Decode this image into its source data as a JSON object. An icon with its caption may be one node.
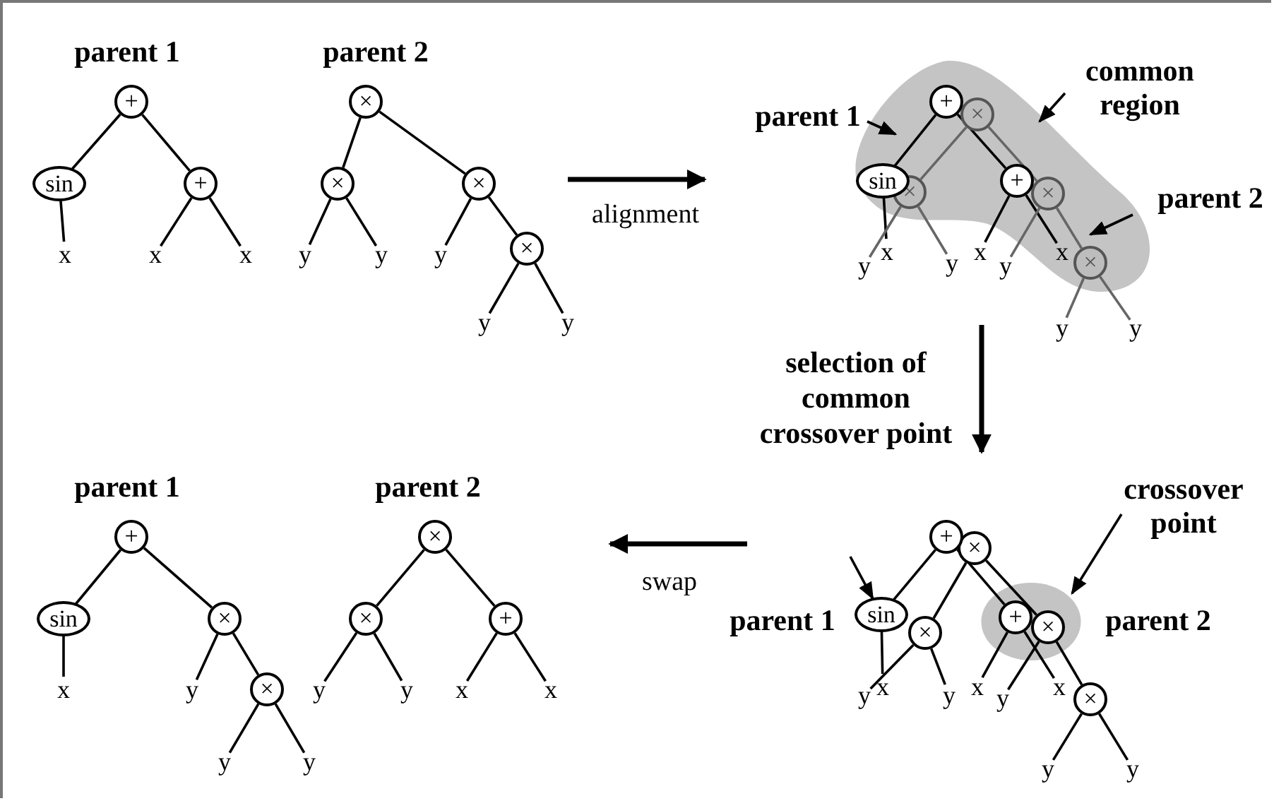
{
  "diagram": {
    "nodes": [
      {
        "text": [
          "+"
        ]
      },
      {
        "text": [
          "sin"
        ]
      },
      {
        "text": [
          "+"
        ]
      },
      {
        "text": [
          "x"
        ]
      },
      {
        "text": [
          "x"
        ]
      },
      {
        "text": [
          "x"
        ]
      },
      {
        "text": [
          "×"
        ]
      },
      {
        "text": [
          "×"
        ]
      },
      {
        "text": [
          "×"
        ]
      },
      {
        "text": [
          "y"
        ]
      },
      {
        "text": [
          "y"
        ]
      },
      {
        "text": [
          "y"
        ]
      },
      {
        "text": [
          "×"
        ]
      },
      {
        "text": [
          "y"
        ]
      },
      {
        "text": [
          "y"
        ]
      },
      {
        "text": [],
        "shape": "cloud"
      },
      {
        "text": [
          "+"
        ],
        "in": 15
      },
      {
        "text": [
          "×"
        ],
        "in": 15
      },
      {
        "text": [
          "sin"
        ],
        "in": 15
      },
      {
        "text": [
          "×"
        ],
        "in": 15
      },
      {
        "text": [
          "+"
        ],
        "in": 15
      },
      {
        "text": [
          "×"
        ],
        "in": 15
      },
      {
        "text": [
          "y"
        ]
      },
      {
        "text": [
          "x"
        ]
      },
      {
        "text": [
          "y"
        ]
      },
      {
        "text": [
          "x"
        ]
      },
      {
        "text": [
          "y"
        ]
      },
      {
        "text": [
          "x"
        ],
        "in": 15
      },
      {
        "text": [
          "×"
        ],
        "in": 15
      },
      {
        "text": [
          "y"
        ]
      },
      {
        "text": [
          "y"
        ]
      },
      {
        "text": [
          "parent 1"
        ]
      },
      {
        "text": [
          "common region"
        ]
      },
      {
        "text": [
          "parent 2"
        ]
      },
      {
        "text": [
          "+"
        ]
      },
      {
        "text": [
          "sin"
        ]
      },
      {
        "text": [
          "×"
        ]
      },
      {
        "text": [
          "x"
        ]
      },
      {
        "text": [
          "y"
        ]
      },
      {
        "text": [
          "×"
        ]
      },
      {
        "text": [
          "y"
        ]
      },
      {
        "text": [
          "y"
        ]
      },
      {
        "text": [
          "×"
        ]
      },
      {
        "text": [
          "×"
        ]
      },
      {
        "text": [
          "+"
        ]
      },
      {
        "text": [
          "y"
        ]
      },
      {
        "text": [
          "y"
        ]
      },
      {
        "text": [
          "x"
        ]
      },
      {
        "text": [
          "x"
        ]
      },
      {
        "text": [
          "crossover point"
        ]
      },
      {
        "text": [],
        "shape": "circle"
      },
      {
        "text": [
          "+"
        ]
      },
      {
        "text": [
          "×"
        ]
      },
      {
        "text": [
          "sin"
        ]
      },
      {
        "text": [
          "×"
        ]
      },
      {
        "text": [
          "+"
        ],
        "in": 50
      },
      {
        "text": [
          "×"
        ],
        "in": 50
      },
      {
        "text": [
          "parent 1"
        ]
      },
      {
        "text": [
          "y"
        ]
      },
      {
        "text": [
          "x"
        ]
      },
      {
        "text": [
          "y"
        ]
      },
      {
        "text": [
          "x"
        ]
      },
      {
        "text": [
          "y"
        ]
      },
      {
        "text": [
          "x"
        ]
      },
      {
        "text": [
          "×"
        ]
      },
      {
        "text": [
          "parent 2"
        ]
      },
      {
        "text": [
          "y"
        ]
      },
      {
        "text": [
          "y"
        ]
      }
    ],
    "edges": [
      {
        "from": 0,
        "to": 1,
        "arrow": "none"
      },
      {
        "from": 0,
        "to": 2,
        "arrow": "none"
      },
      {
        "from": 1,
        "to": 3,
        "arrow": "none"
      },
      {
        "from": 2,
        "to": 4,
        "arrow": "none"
      },
      {
        "from": 2,
        "to": 5,
        "arrow": "none"
      },
      {
        "from": 6,
        "to": 7,
        "arrow": "none"
      },
      {
        "from": 6,
        "to": 8,
        "arrow": "none"
      },
      {
        "from": 7,
        "to": 9,
        "arrow": "none"
      },
      {
        "from": 7,
        "to": 10,
        "arrow": "none"
      },
      {
        "from": 8,
        "to": 11,
        "arrow": "none"
      },
      {
        "from": 8,
        "to": 12,
        "arrow": "none"
      },
      {
        "from": 12,
        "to": 13,
        "arrow": "none"
      },
      {
        "from": 12,
        "to": 14,
        "arrow": "none"
      },
      {
        "from": 16,
        "to": 18,
        "arrow": "none"
      },
      {
        "from": 16,
        "to": 20,
        "arrow": "none"
      },
      {
        "from": 18,
        "to": 23,
        "arrow": "none"
      },
      {
        "from": 20,
        "to": 25,
        "arrow": "none"
      },
      {
        "from": 20,
        "to": 27,
        "arrow": "none"
      },
      {
        "from": 17,
        "to": 19,
        "arrow": "none",
        "color": "#666666"
      },
      {
        "from": 17,
        "to": 21,
        "arrow": "none",
        "color": "#666666"
      },
      {
        "from": 19,
        "to": 22,
        "arrow": "none",
        "color": "#666666"
      },
      {
        "from": 19,
        "to": 24,
        "arrow": "none",
        "color": "#666666"
      },
      {
        "from": 21,
        "to": 26,
        "arrow": "none",
        "color": "#666666"
      },
      {
        "from": 21,
        "to": 28,
        "arrow": "none",
        "color": "#666666"
      },
      {
        "from": 28,
        "to": 29,
        "arrow": "none",
        "color": "#666666"
      },
      {
        "from": 28,
        "to": 30,
        "arrow": "none",
        "color": "#666666"
      },
      {
        "from": 31,
        "to": 15,
        "arrow": "to"
      },
      {
        "from": 32,
        "to": 15,
        "arrow": "to"
      },
      {
        "from": 33,
        "to": 15,
        "arrow": "to"
      },
      {
        "from": 34,
        "to": 35,
        "arrow": "none"
      },
      {
        "from": 34,
        "to": 36,
        "arrow": "none"
      },
      {
        "from": 35,
        "to": 37,
        "arrow": "none"
      },
      {
        "from": 36,
        "to": 38,
        "arrow": "none"
      },
      {
        "from": 36,
        "to": 39,
        "arrow": "none"
      },
      {
        "from": 39,
        "to": 40,
        "arrow": "none"
      },
      {
        "from": 39,
        "to": 41,
        "arrow": "none"
      },
      {
        "from": 42,
        "to": 43,
        "arrow": "none"
      },
      {
        "from": 42,
        "to": 44,
        "arrow": "none"
      },
      {
        "from": 43,
        "to": 45,
        "arrow": "none"
      },
      {
        "from": 43,
        "to": 46,
        "arrow": "none"
      },
      {
        "from": 44,
        "to": 47,
        "arrow": "none"
      },
      {
        "from": 44,
        "to": 48,
        "arrow": "none"
      },
      {
        "from": 51,
        "to": 53,
        "arrow": "none"
      },
      {
        "from": 51,
        "to": 55,
        "arrow": "none"
      },
      {
        "from": 53,
        "to": 59,
        "arrow": "none"
      },
      {
        "from": 55,
        "to": 61,
        "arrow": "none"
      },
      {
        "from": 55,
        "to": 63,
        "arrow": "none"
      },
      {
        "from": 52,
        "to": 54,
        "arrow": "none"
      },
      {
        "from": 52,
        "to": 56,
        "arrow": "none"
      },
      {
        "from": 54,
        "to": 58,
        "arrow": "none"
      },
      {
        "from": 54,
        "to": 60,
        "arrow": "none"
      },
      {
        "from": 56,
        "to": 62,
        "arrow": "none"
      },
      {
        "from": 56,
        "to": 64,
        "arrow": "none"
      },
      {
        "from": 64,
        "to": 66,
        "arrow": "none"
      },
      {
        "from": 64,
        "to": 67,
        "arrow": "none"
      },
      {
        "from": 49,
        "to": 50,
        "arrow": "to"
      },
      {
        "from": null,
        "to": 53,
        "arrow": "to"
      }
    ],
    "labels": [
      "parent 1",
      "parent 2",
      "alignment",
      "selection of common crossover point",
      "parent 1",
      "parent 2",
      "swap"
    ]
  }
}
